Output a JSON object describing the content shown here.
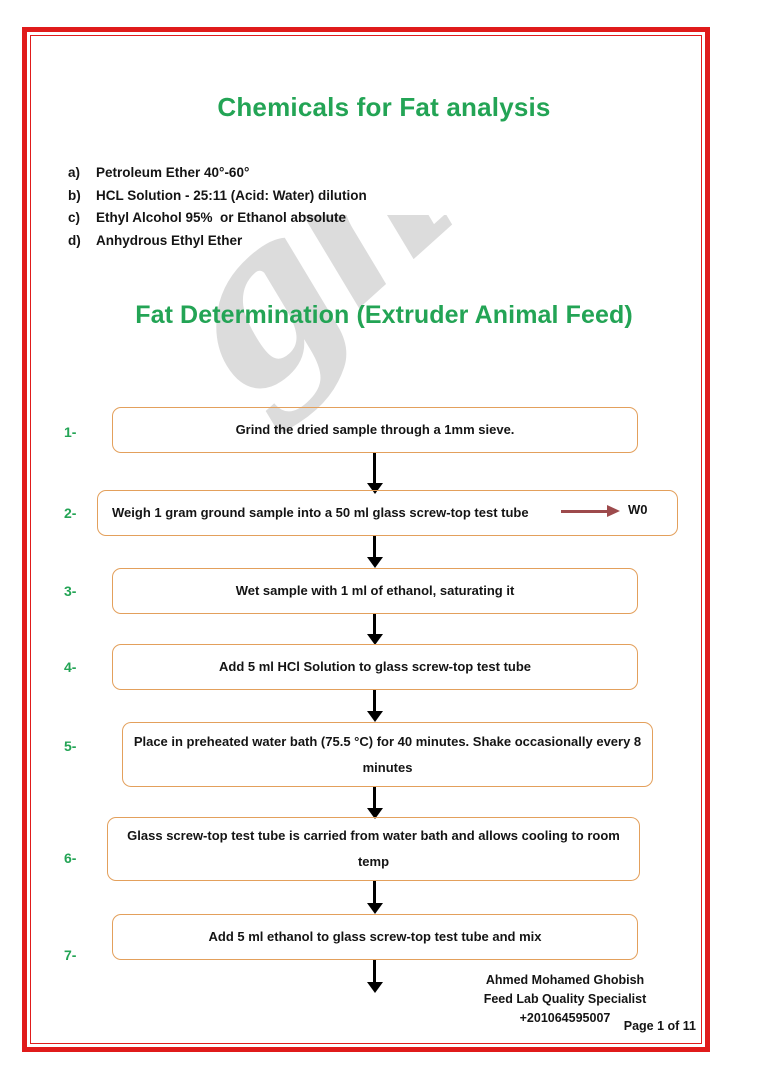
{
  "document": {
    "border_color": "#e01b1b",
    "heading_color": "#23a455",
    "box_border_color": "#e3a05c",
    "measure_arrow_color": "#9d4a4c",
    "watermark_text": "ghobish"
  },
  "title_main": "Chemicals for Fat analysis",
  "title_sub": "Fat Determination (Extruder Animal Feed)",
  "chemicals": [
    {
      "marker": "a)",
      "text": "Petroleum Ether 40°-60°"
    },
    {
      "marker": "b)",
      "text": "HCL Solution - 25:11 (Acid: Water) dilution"
    },
    {
      "marker": "c)",
      "text": "Ethyl Alcohol 95%  or Ethanol absolute"
    },
    {
      "marker": "d)",
      "text": "Anhydrous Ethyl Ether"
    }
  ],
  "flowchart": {
    "steps": [
      {
        "number": "1-",
        "text": "Grind the dried sample through a 1mm sieve."
      },
      {
        "number": "2-",
        "text": "Weigh 1 gram ground sample into a 50 ml glass screw-top test tube"
      },
      {
        "number": "3-",
        "text": "Wet sample with 1 ml of ethanol, saturating it"
      },
      {
        "number": "4-",
        "text": "Add 5 ml HCl Solution to glass screw-top test tube"
      },
      {
        "number": "5-",
        "text": "Place in preheated water bath (75.5 °C) for 40 minutes. Shake occasionally every 8 minutes"
      },
      {
        "number": "6-",
        "text": "Glass screw-top test tube is carried from water bath and allows cooling to room temp"
      },
      {
        "number": "7-",
        "text": "Add 5 ml ethanol to glass screw-top test tube and mix"
      }
    ],
    "w0_label": "W0"
  },
  "signature": {
    "name": "Ahmed Mohamed Ghobish",
    "role": "Feed Lab Quality Specialist",
    "phone": "+201064595007"
  },
  "page_number": "Page 1 of 11"
}
